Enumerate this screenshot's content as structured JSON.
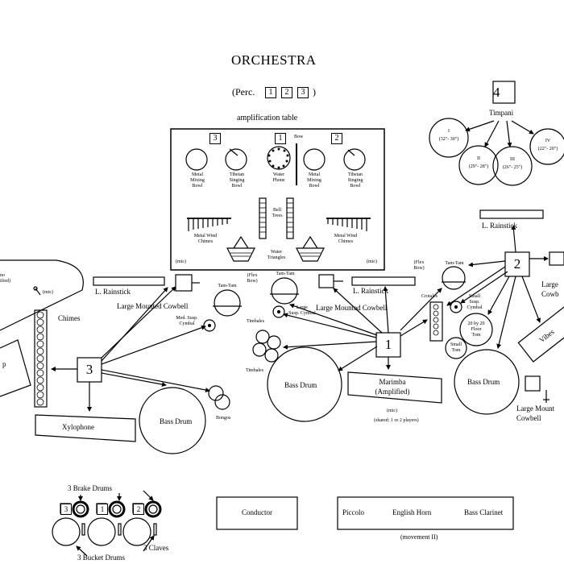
{
  "header": {
    "title": "ORCHESTRA",
    "perc_label": "(Perc.",
    "perc_boxes": [
      "1",
      "2",
      "3"
    ],
    "perc_close": ")",
    "amp_table": "amplification table"
  },
  "timpani": {
    "number": "4",
    "label": "Timpani",
    "drums": [
      {
        "roman": "I",
        "range": "(32\"- 30\")"
      },
      {
        "roman": "II",
        "range": "(29\"- 28\")"
      },
      {
        "roman": "III",
        "range": "(26\"- 25\")"
      },
      {
        "roman": "IV",
        "range": "(22\"- 20\")"
      }
    ]
  },
  "table": {
    "boxes": [
      "3",
      "1",
      "2"
    ],
    "bow": "Bow",
    "items": [
      {
        "label": "Metal\nMixing\nBowl"
      },
      {
        "label": "Tibetan\nSinging\nBowl"
      },
      {
        "label": "Water\nPhone"
      },
      {
        "label": "Metal\nMixing\nBowl"
      },
      {
        "label": "Tibetan\nSinging\nBowl"
      }
    ],
    "bell_trees": "Bell\nTrees",
    "wind_chimes_left": "Metal Wind\nChimes",
    "wind_chimes_right": "Metal Wind\nChimes",
    "water_triangles": "Water\nTriangles",
    "mic_left": "(mic)",
    "mic_right": "(mic)"
  },
  "perc1": {
    "number": "1",
    "tam_tam_left": "Tam-Tam",
    "flex_bow": "(Flex\nBow)",
    "tam_tam_center": "Tam-Tam",
    "med_susp_cymbal": "Med. Susp.\nCymbal",
    "large_susp_cymbal": "Large\nSusp. Cymbal",
    "timbales_top": "Timbales",
    "timbales_bottom": "Timbales",
    "bass_drum": "Bass Drum",
    "marimba": "Marimba\n(Amplified)",
    "marimba_mic": "(mic)",
    "marimba_note": "(shared: 1 or 2 players)",
    "l_rainstick": "L. Rainstick",
    "large_mounted_cowbell": "Large Mounted Cowbell"
  },
  "perc2": {
    "number": "2",
    "l_rainstick": "L. Rainstick",
    "flex_bow": "(Flex\nBow)",
    "tam_tam": "Tam-Tam",
    "crotales": "Crotales",
    "small_susp_cymbal": "Small\nSusp.\nCymbal",
    "floor_tom": "20 by 20\nFloor\nTom",
    "small_tom": "Small\nTom",
    "bass_drum": "Bass Drum",
    "vibes": "Vibes",
    "large_cowbell_top": "Large\nCowb",
    "large_mounted_cowbell": "Large Mount\nCowbell"
  },
  "perc3": {
    "number": "3",
    "piano_text": "no\nified)",
    "mic": "(mic)",
    "l_rainstick": "L. Rainstick",
    "large_mounted_cowbell": "Large Mounted Cowbell",
    "chimes": "Chimes",
    "harp_fragment": "p",
    "xylophone": "Xylophone",
    "bass_drum": "Bass Drum",
    "bongos": "Bongos"
  },
  "bottom": {
    "brake_drums": "3 Brake Drums",
    "brake_boxes": [
      "3",
      "1",
      "2"
    ],
    "bucket_drums": "3 Bucket Drums",
    "claves": "3 Claves",
    "conductor": "Conductor",
    "winds": [
      "Piccolo",
      "English Horn",
      "Bass Clarinet"
    ],
    "movement": "(movement II)"
  }
}
